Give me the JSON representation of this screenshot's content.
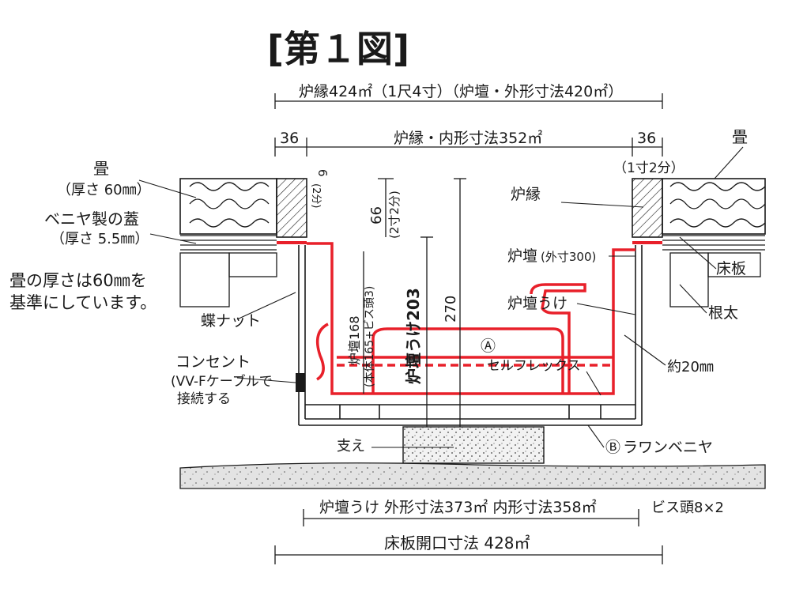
{
  "title": "[第１図]",
  "dims": {
    "top": "炉縁424㎡（1尺4寸）（炉壇・外形寸法420㎡）",
    "inner": "炉縁・内形寸法352㎡",
    "left36": "36",
    "right36": "36",
    "right36_sub": "（1寸2分）",
    "d6": "6",
    "d6_sub": "(2分)",
    "d66": "66",
    "d66_sub": "(2寸2分)",
    "d270": "270",
    "d203": "炉壇うけ203",
    "d168": "炉壇168",
    "d168_sub": "(本体165+ビス頭3)",
    "bottom1": "炉壇うけ 外形寸法373㎡  内形寸法358㎡",
    "bottom1_note": "ビス頭8×2",
    "bottom2": "床板開口寸法  428㎡"
  },
  "labels": {
    "tatami_left": "畳",
    "tatami_left_sub": "（厚さ 60㎜）",
    "veneer_lid": "ベニヤ製の蓋",
    "veneer_lid_sub": "（厚さ 5.5㎜）",
    "note_line1": "畳の厚さは60㎜を",
    "note_line2": "基準にしています。",
    "butterfly_nut": "蝶ナット",
    "outlet": "コンセント",
    "outlet_sub1": "(VV-Fケーブルで",
    "outlet_sub2": "接続する",
    "tatami_right": "畳",
    "robuchi": "炉縁",
    "rodan": "炉壇",
    "rodan_sub": "(外寸300)",
    "rodan_uke": "炉壇うけ",
    "floorboard": "床板",
    "joist": "根太",
    "approx20": "約20㎜",
    "mark_a": "Ⓐ",
    "cellflex": "セルフレックス",
    "support": "支え",
    "mark_b": "Ⓑ",
    "lauan": "ラワンベニヤ"
  },
  "colors": {
    "ink": "#1a1a1a",
    "red": "#e8202a",
    "ground_fill": "#d9d9d9"
  }
}
